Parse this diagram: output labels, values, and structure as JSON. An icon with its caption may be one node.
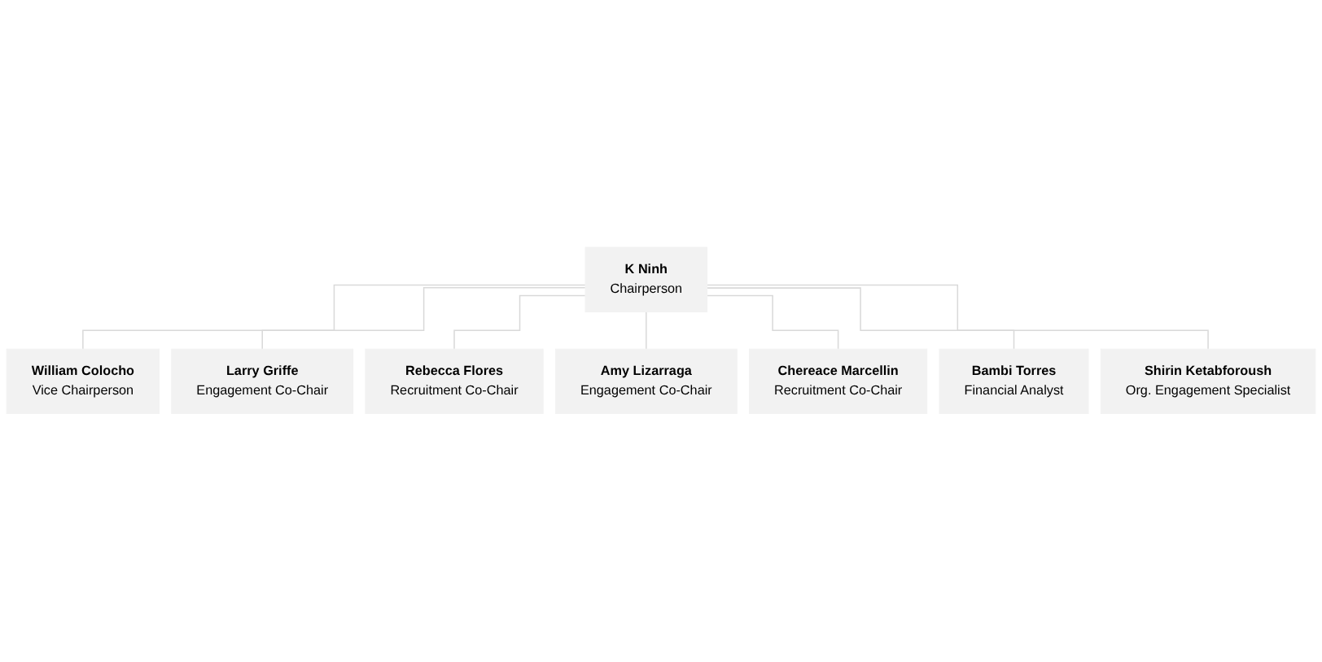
{
  "diagram": {
    "nodes": [
      {
        "text": [
          "K Ninh",
          "Chairperson"
        ]
      },
      {
        "text": [
          "William Colocho",
          "Vice Chairperson"
        ]
      },
      {
        "text": [
          "Larry Griffe",
          "Engagement Co-Chair"
        ]
      },
      {
        "text": [
          "Rebecca Flores",
          "Recruitment Co-Chair"
        ]
      },
      {
        "text": [
          "Amy Lizarraga",
          "Engagement Co-Chair"
        ]
      },
      {
        "text": [
          "Chereace Marcellin",
          "Recruitment Co-Chair"
        ]
      },
      {
        "text": [
          "Bambi Torres",
          "Financial Analyst"
        ]
      },
      {
        "text": [
          "Shirin Ketabforoush",
          "Org. Engagement Specialist"
        ]
      }
    ],
    "edges": [
      {
        "from": 0,
        "to": 1,
        "arrow": "none"
      },
      {
        "from": 0,
        "to": 2,
        "arrow": "none"
      },
      {
        "from": 0,
        "to": 3,
        "arrow": "none"
      },
      {
        "from": 0,
        "to": 4,
        "arrow": "none"
      },
      {
        "from": 0,
        "to": 5,
        "arrow": "none"
      },
      {
        "from": 0,
        "to": 6,
        "arrow": "none"
      },
      {
        "from": 0,
        "to": 7,
        "arrow": "none"
      }
    ]
  }
}
